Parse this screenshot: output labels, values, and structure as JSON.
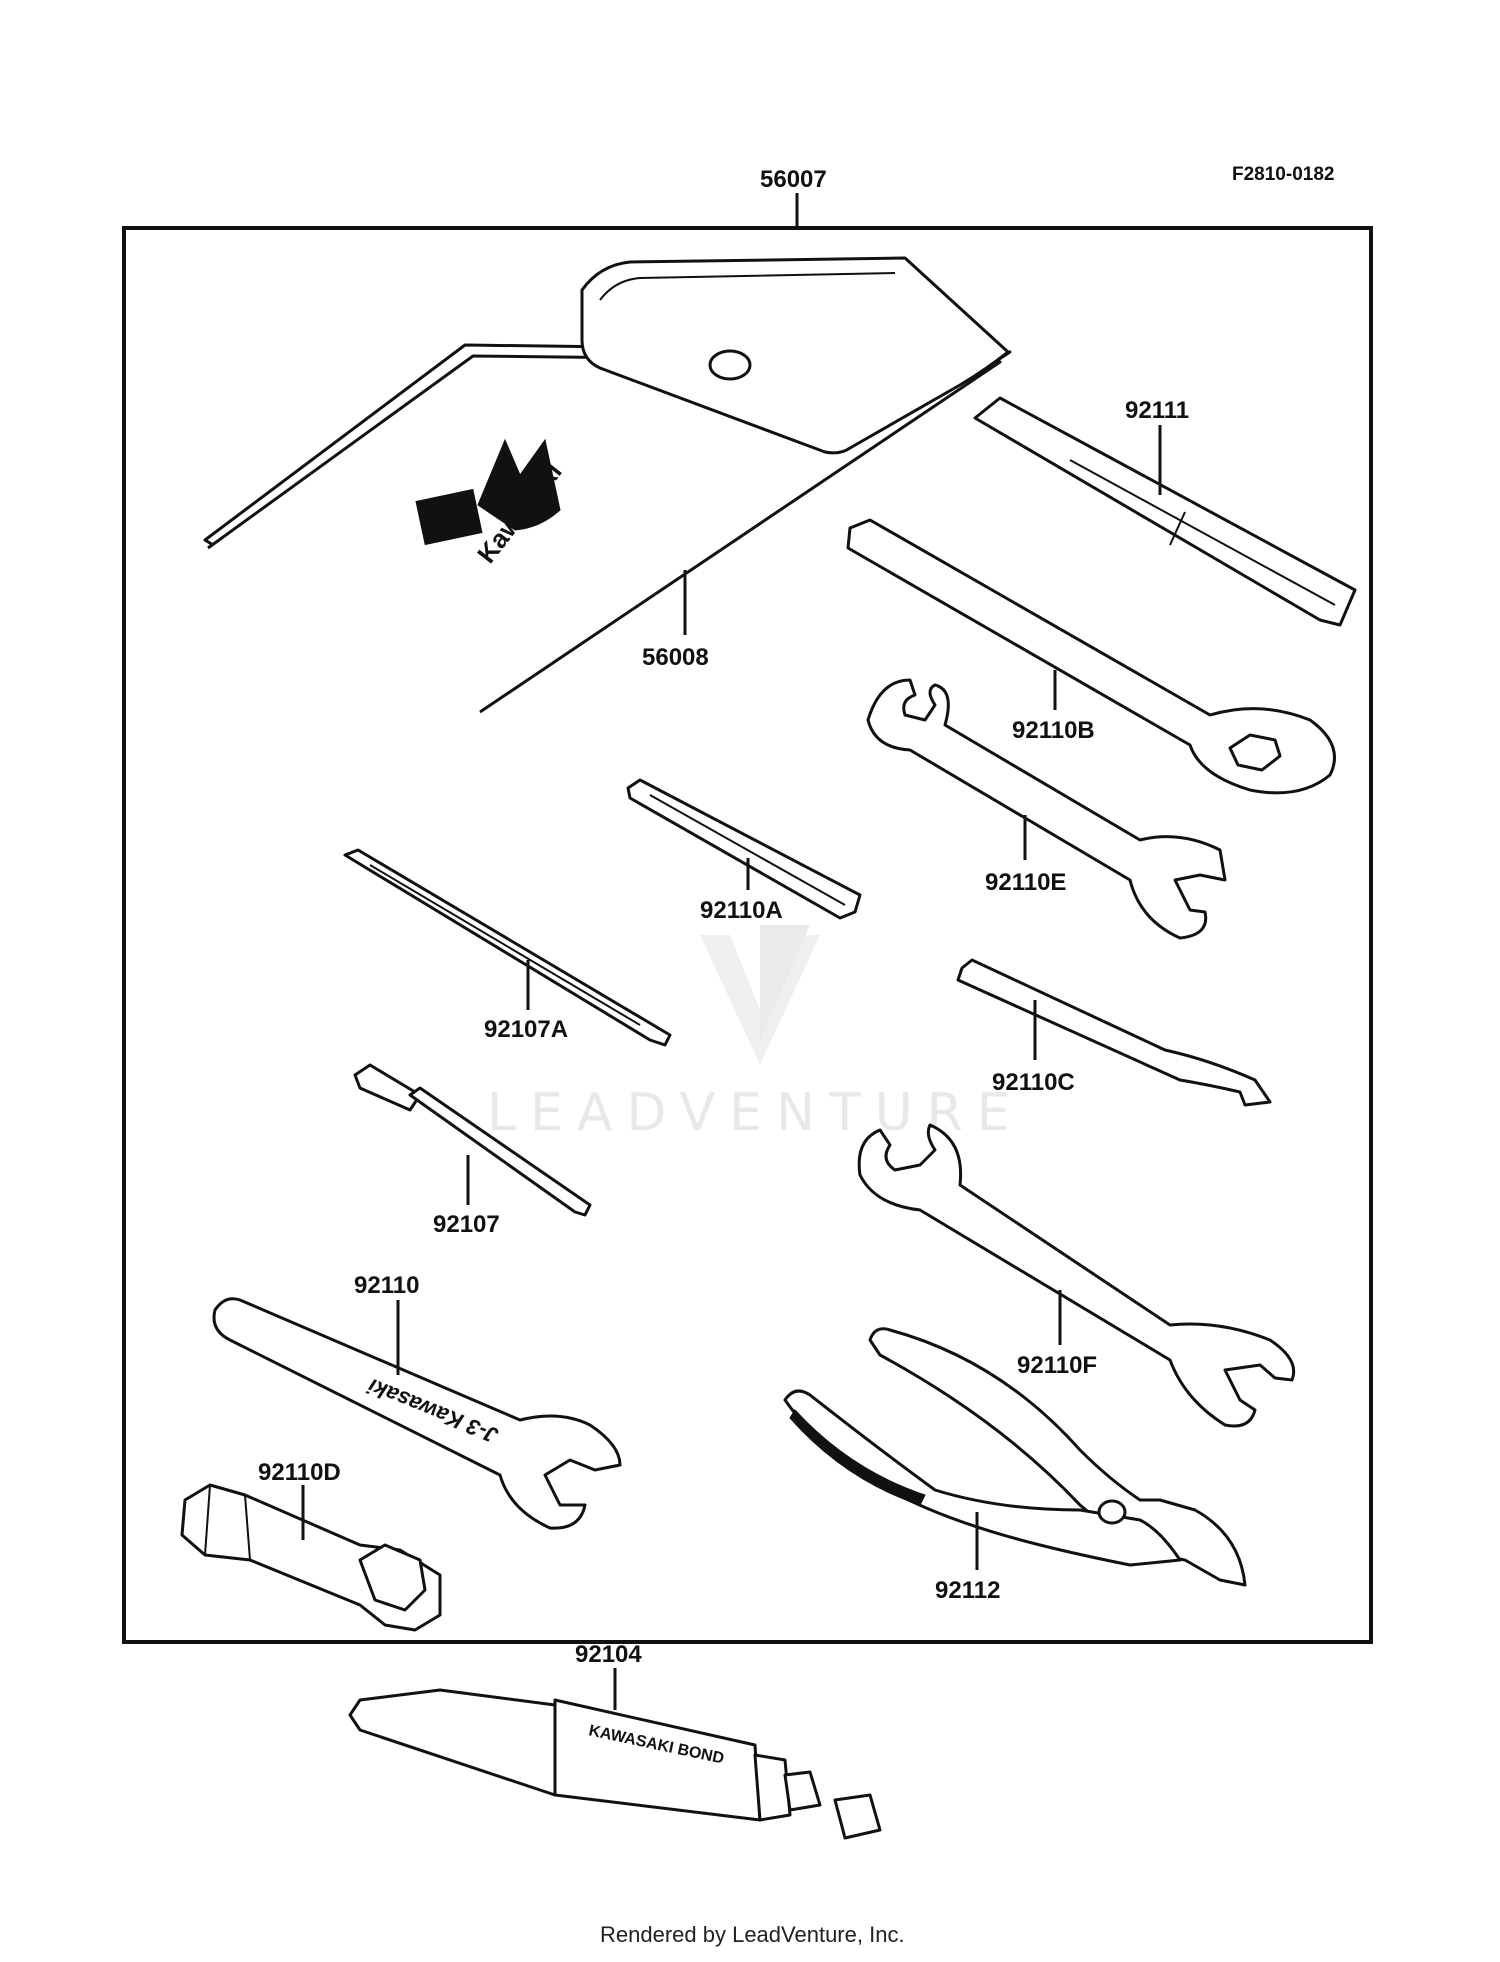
{
  "figure_code": "F2810-0182",
  "kit_label": "56007",
  "parts": {
    "pouch": "56008",
    "rod": "92111",
    "ring_wrench": "92110B",
    "open_wrench_e": "92110E",
    "screwdriver_handle_a": "92110A",
    "screwdriver_a": "92107A",
    "hook_spanner": "92110C",
    "screwdriver": "92107",
    "open_wrench_f": "92110F",
    "wrench": "92110",
    "plug_wrench": "92110D",
    "pliers": "92112",
    "bond_tube": "92104"
  },
  "pouch_logo": "Kawasaki",
  "wrench_marking": "J-3 Kawasaki",
  "tube_text": "KAWASAKI BOND",
  "watermark": "LEADVENTURE",
  "footer": "Rendered by LeadVenture, Inc."
}
